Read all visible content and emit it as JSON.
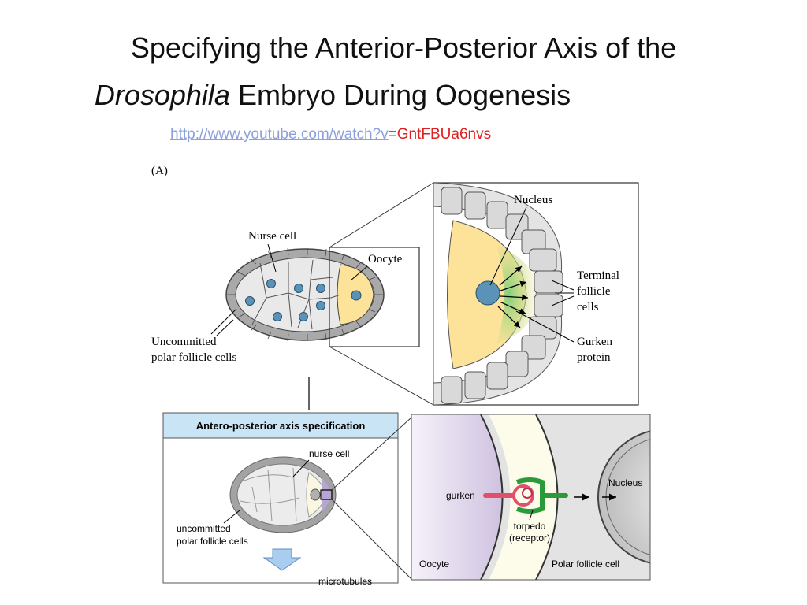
{
  "slide": {
    "title_line1": "Specifying the Anterior-Posterior Axis of the",
    "title_line2_italic": "Drosophila",
    "title_line2_rest": " Embryo During Oogenesis",
    "url_link": "http://www.youtube.com/watch?v",
    "url_tail": "=GntFBUa6nvs"
  },
  "panel_a": {
    "label": "(A)",
    "nurse_cell": "Nurse cell",
    "oocyte": "Oocyte",
    "uncommitted_1": "Uncommitted",
    "uncommitted_2": "polar follicle cells",
    "nucleus": "Nucleus",
    "terminal_1": "Terminal",
    "terminal_2": "follicle",
    "terminal_3": "cells",
    "gurken_1": "Gurken",
    "gurken_2": "protein"
  },
  "panel_b": {
    "header": "Antero-posterior axis specification",
    "nurse_cell": "nurse cell",
    "uncommitted_1": "uncommitted",
    "uncommitted_2": "polar follicle cells",
    "microtubules": "microtubules"
  },
  "panel_c": {
    "gurken": "gurken",
    "torpedo_1": "torpedo",
    "torpedo_2": "(receptor)",
    "nucleus": "Nucleus",
    "oocyte": "Oocyte",
    "polar": "Polar follicle cell"
  },
  "colors": {
    "oocyte_yellow": "#fde39a",
    "nucleus_blue": "#5b93b8",
    "gurken_green": "#8fd48a",
    "header_blue": "#c9e4f5",
    "torpedo_green": "#2a9a3a",
    "gurken_red": "#e0506a"
  }
}
